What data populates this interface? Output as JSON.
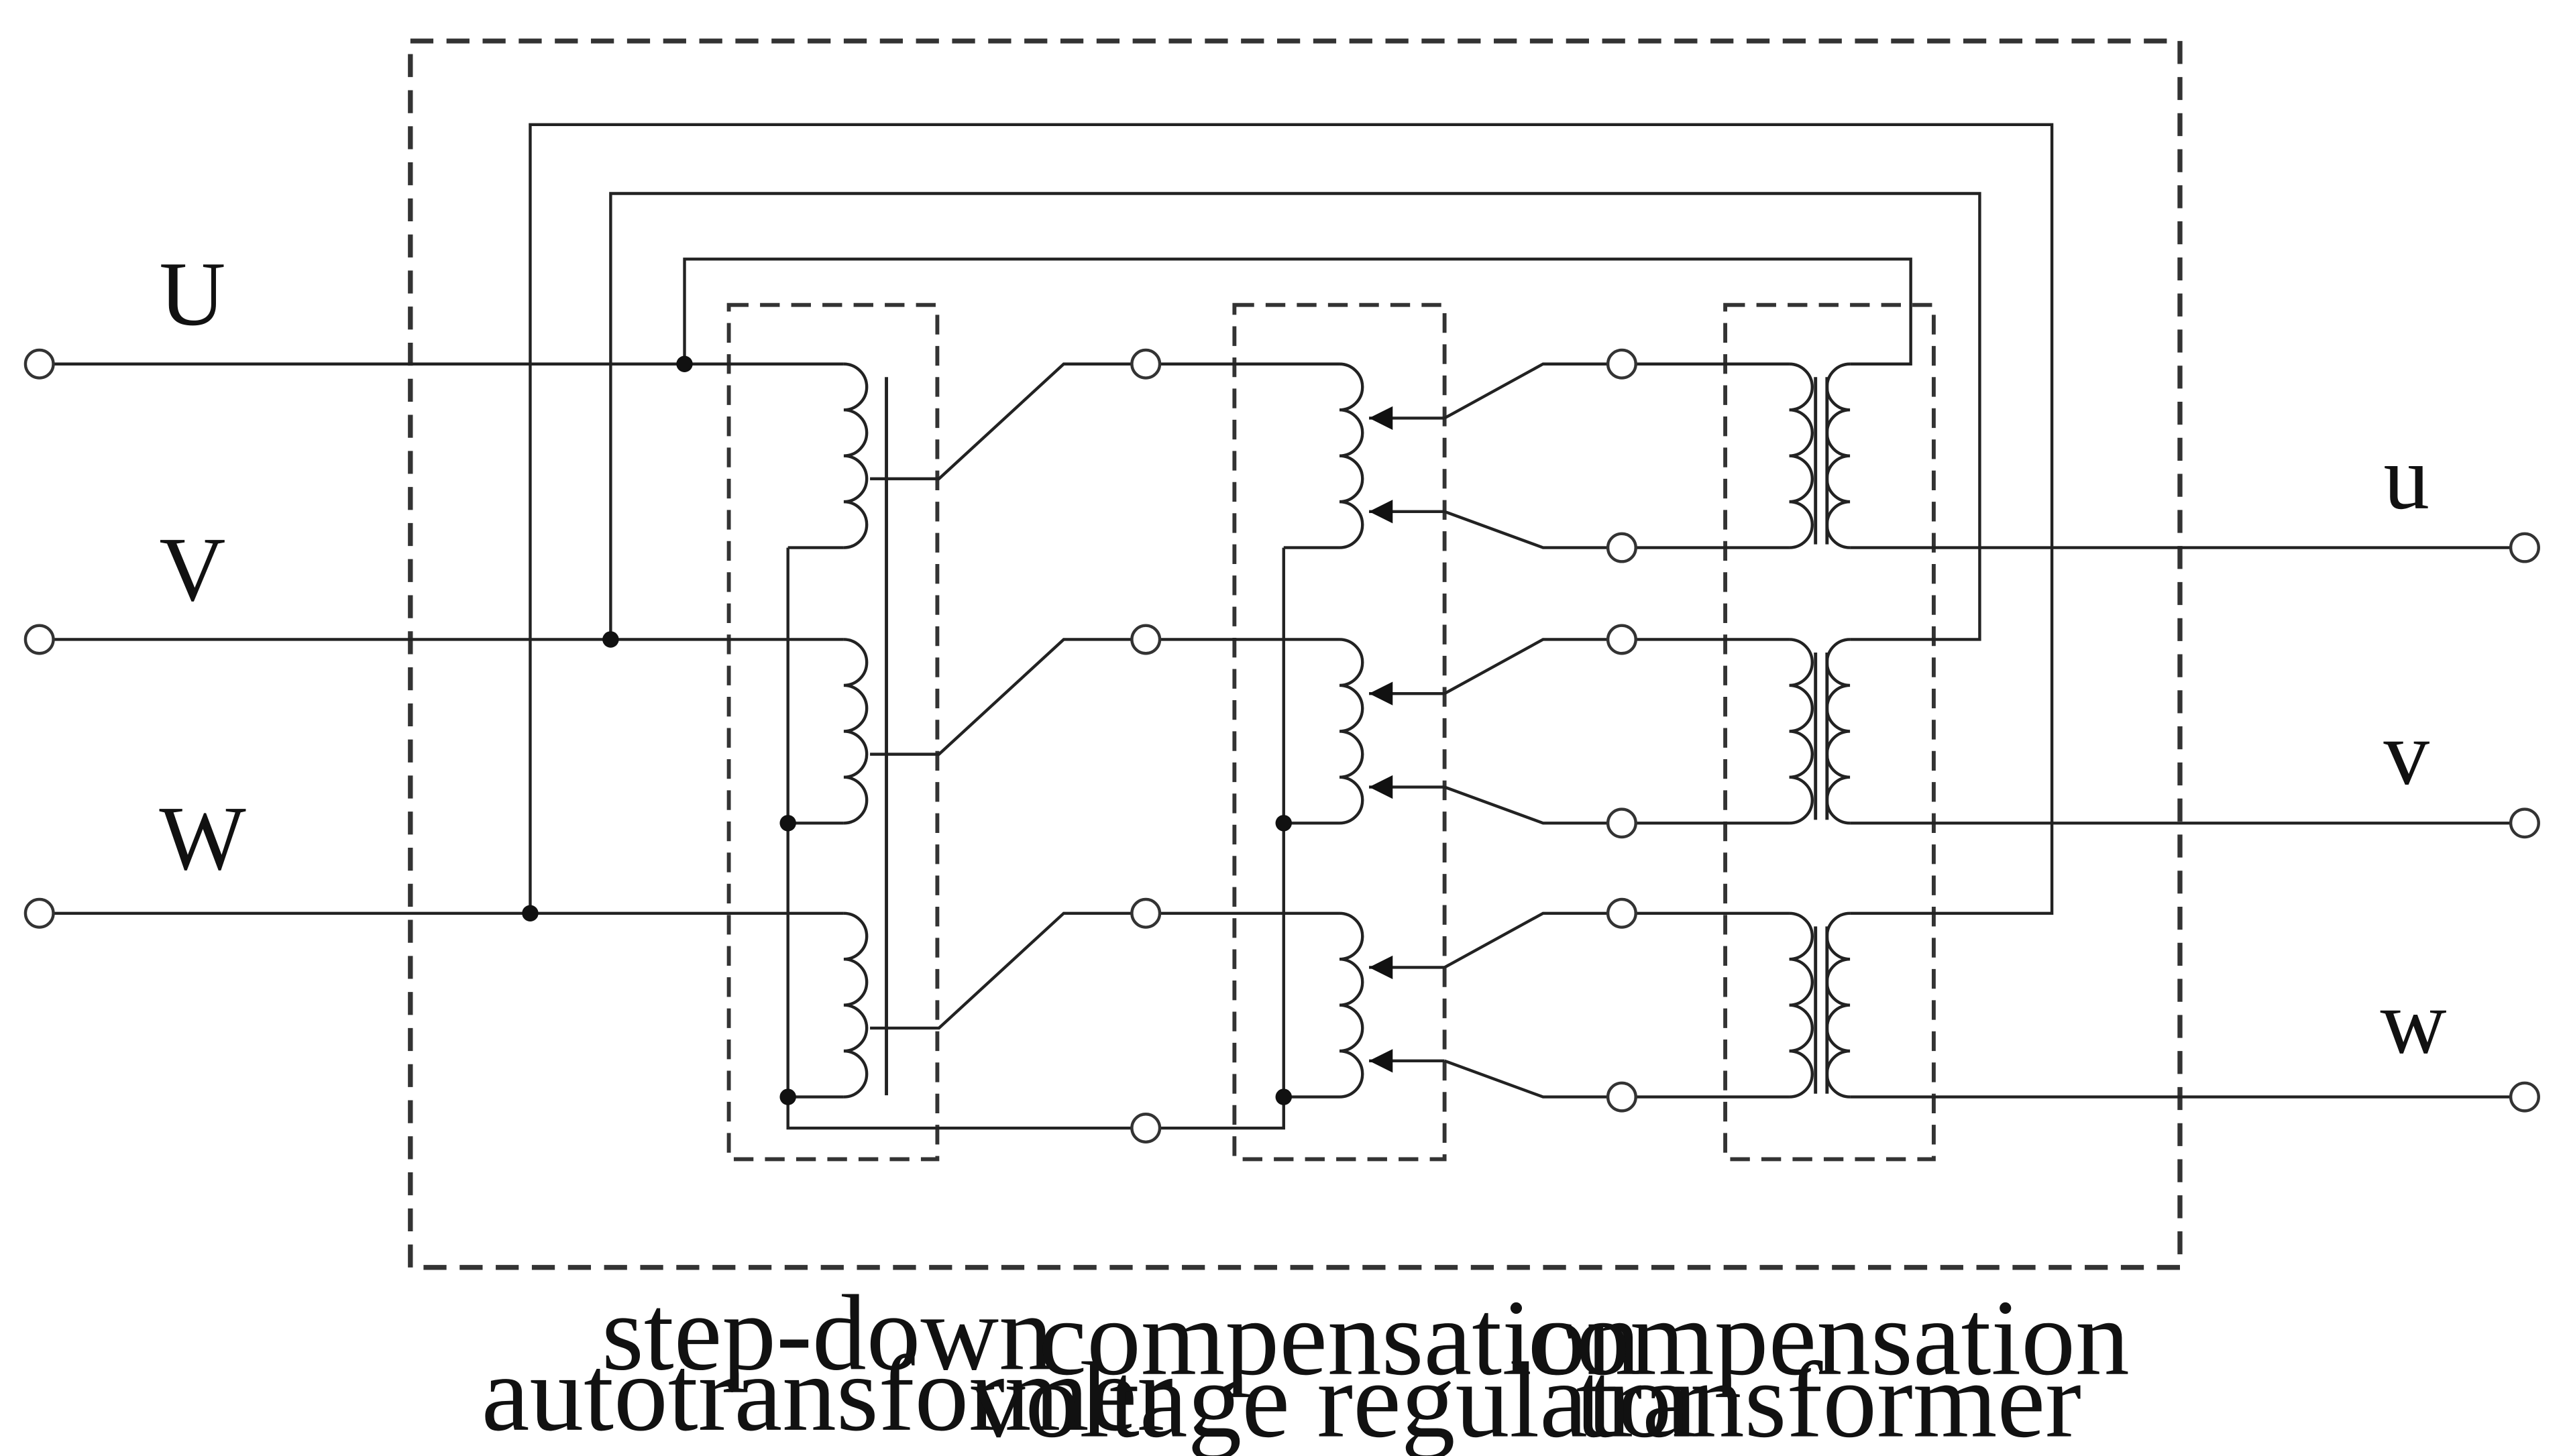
{
  "input_terminals": [
    "U",
    "V",
    "W"
  ],
  "output_terminals": [
    "u",
    "v",
    "w"
  ],
  "blocks": {
    "autotransformer": {
      "line1": "step-down",
      "line2": "autotransformer"
    },
    "regulator": {
      "line1": "compensation",
      "line2": "voltage regulator"
    },
    "compensation_transformer": {
      "line1": "compensation",
      "line2": "transformer"
    }
  },
  "colors": {
    "line": "#222222",
    "background": "#ffffff"
  }
}
